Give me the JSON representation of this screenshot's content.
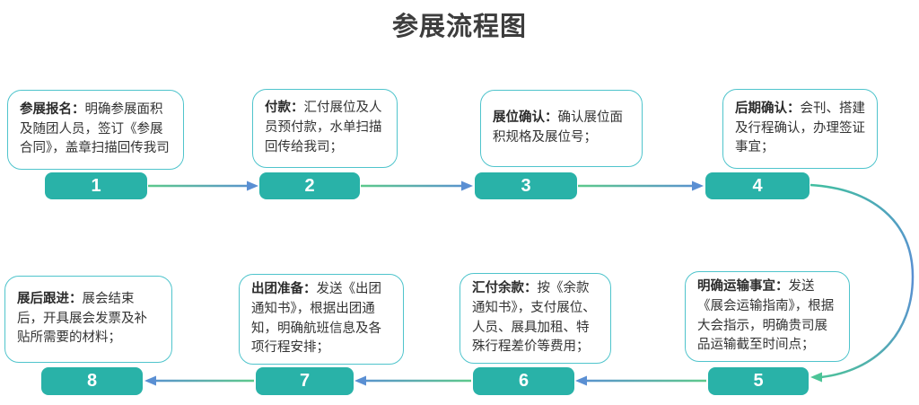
{
  "title": "参展流程图",
  "colors": {
    "badge_teal": "#29b2a8",
    "card_border": "#4fc4cc",
    "arrow_green": "#5dc98b",
    "arrow_blue": "#5a8fd3",
    "title_text": "#3d3d3d",
    "body_text": "#333333"
  },
  "steps": [
    {
      "number": "1",
      "label": "参展报名：",
      "description": "明确参展面积及随团人员，签订《参展合同》，盖章扫描回传我司"
    },
    {
      "number": "2",
      "label": "付款：",
      "description": "汇付展位及人员预付款，水单扫描回传给我司；"
    },
    {
      "number": "3",
      "label": "展位确认：",
      "description": "确认展位面积规格及展位号；"
    },
    {
      "number": "4",
      "label": "后期确认：",
      "description": "会刊、搭建及行程确认，办理签证事宜；"
    },
    {
      "number": "5",
      "label": "明确运输事宜：",
      "description": "发送《展会运输指南》，根据大会指示，明确贵司展品运输截至时间点；"
    },
    {
      "number": "6",
      "label": "汇付余款：",
      "description": "按《余款通知书》，支付展位、人员、展具加租、特殊行程差价等费用；"
    },
    {
      "number": "7",
      "label": "出团准备：",
      "description": "发送《出团通知书》，根据出团通知，明确航班信息及各项行程安排；"
    },
    {
      "number": "8",
      "label": "展后跟进：",
      "description": "展会结束后，开具展会发票及补贴所需要的材料；"
    }
  ]
}
